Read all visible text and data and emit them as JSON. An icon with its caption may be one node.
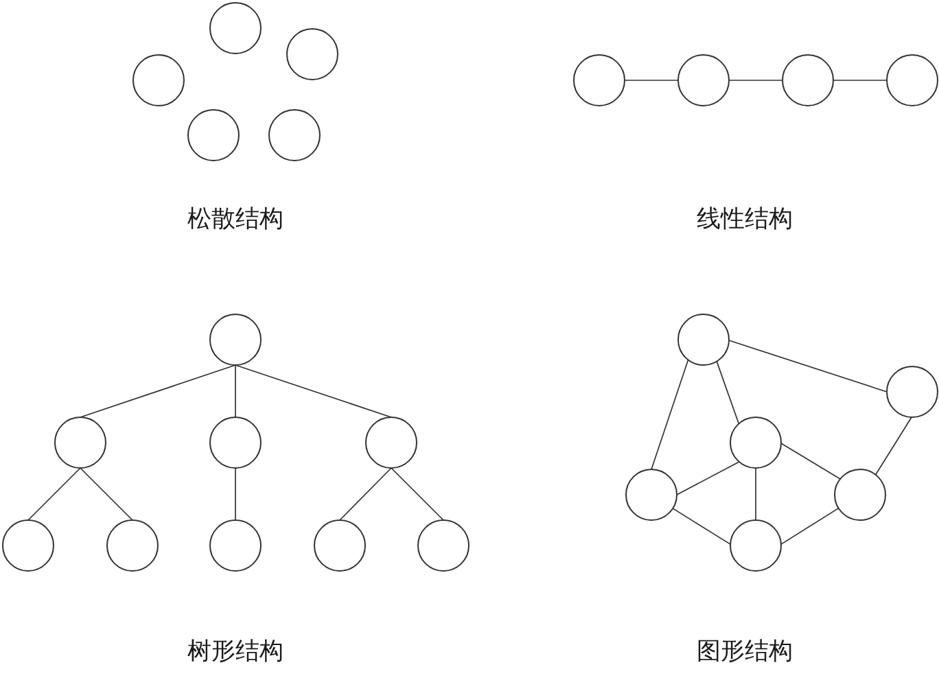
{
  "diagram": {
    "nodes": [
      {
        "text": [],
        "shape": "circle"
      },
      {
        "text": [],
        "shape": "circle"
      },
      {
        "text": [],
        "shape": "circle"
      },
      {
        "text": [],
        "shape": "circle"
      },
      {
        "text": [],
        "shape": "circle"
      },
      {
        "text": [],
        "shape": "circle"
      },
      {
        "text": [],
        "shape": "circle"
      },
      {
        "text": [],
        "shape": "circle"
      },
      {
        "text": [],
        "shape": "circle"
      },
      {
        "text": [],
        "shape": "circle"
      },
      {
        "text": [],
        "shape": "circle"
      },
      {
        "text": [],
        "shape": "circle"
      },
      {
        "text": [],
        "shape": "circle"
      },
      {
        "text": [],
        "shape": "circle"
      },
      {
        "text": [],
        "shape": "circle"
      },
      {
        "text": [],
        "shape": "circle"
      },
      {
        "text": [],
        "shape": "circle"
      },
      {
        "text": [],
        "shape": "circle"
      },
      {
        "text": [],
        "shape": "circle"
      },
      {
        "text": [],
        "shape": "circle"
      },
      {
        "text": [],
        "shape": "circle"
      },
      {
        "text": [],
        "shape": "circle"
      },
      {
        "text": [],
        "shape": "circle"
      },
      {
        "text": [],
        "shape": "circle"
      }
    ],
    "edges": [
      {
        "from": 5,
        "to": 6,
        "arrow": "none"
      },
      {
        "from": 6,
        "to": 7,
        "arrow": "none"
      },
      {
        "from": 7,
        "to": 8,
        "arrow": "none"
      },
      {
        "from": 9,
        "to": 10,
        "arrow": "none"
      },
      {
        "from": 9,
        "to": 11,
        "arrow": "none"
      },
      {
        "from": 9,
        "to": 12,
        "arrow": "none"
      },
      {
        "from": 10,
        "to": 13,
        "arrow": "none"
      },
      {
        "from": 10,
        "to": 14,
        "arrow": "none"
      },
      {
        "from": 11,
        "to": 15,
        "arrow": "none"
      },
      {
        "from": 12,
        "to": 16,
        "arrow": "none"
      },
      {
        "from": 12,
        "to": 17,
        "arrow": "none"
      },
      {
        "from": 18,
        "to": 19,
        "arrow": "none"
      },
      {
        "from": 18,
        "to": 21,
        "arrow": "none"
      },
      {
        "from": 18,
        "to": 20,
        "arrow": "none"
      },
      {
        "from": 19,
        "to": 22,
        "arrow": "none"
      },
      {
        "from": 20,
        "to": 21,
        "arrow": "none"
      },
      {
        "from": 20,
        "to": 22,
        "arrow": "none"
      },
      {
        "from": 20,
        "to": 23,
        "arrow": "none"
      },
      {
        "from": 21,
        "to": 23,
        "arrow": "none"
      },
      {
        "from": 22,
        "to": 23,
        "arrow": "none"
      }
    ],
    "labels": [
      "松散结构",
      "线性结构",
      "树形结构",
      "图形结构"
    ]
  }
}
